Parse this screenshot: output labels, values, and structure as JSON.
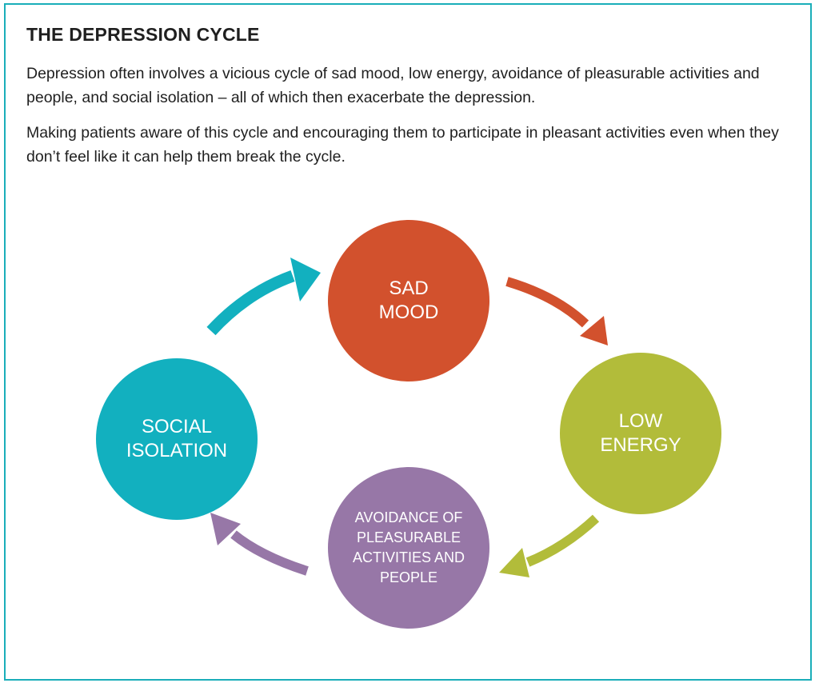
{
  "title": "THE DEPRESSION CYCLE",
  "paragraphs": [
    "Depression often involves a vicious cycle of sad mood, low energy, avoidance of pleasurable activities and people, and social isolation – all of which then exacerbate the depression.",
    "Making patients aware of this cycle and encouraging them to participate in pleasant activities even when they don’t feel like it can help them break the cycle."
  ],
  "cycle": {
    "nodes": [
      {
        "id": "sad_mood",
        "label": "SAD\nMOOD",
        "color": "#d2512d"
      },
      {
        "id": "low_energy",
        "label": "LOW\nENERGY",
        "color": "#b2bc3a"
      },
      {
        "id": "avoidance",
        "label": "AVOIDANCE OF\nPLEASURABLE\nACTIVITIES AND\nPEOPLE",
        "color": "#9777a7"
      },
      {
        "id": "social_isolation",
        "label": "SOCIAL\nISOLATION",
        "color": "#12b0bf"
      }
    ],
    "edges": [
      {
        "from": "social_isolation",
        "to": "sad_mood",
        "color": "#12b0bf"
      },
      {
        "from": "sad_mood",
        "to": "low_energy",
        "color": "#d2512d"
      },
      {
        "from": "low_energy",
        "to": "avoidance",
        "color": "#b2bc3a"
      },
      {
        "from": "avoidance",
        "to": "social_isolation",
        "color": "#9777a7"
      }
    ]
  },
  "colors": {
    "border": "#1aaeb9",
    "text": "#1f1f1f"
  }
}
